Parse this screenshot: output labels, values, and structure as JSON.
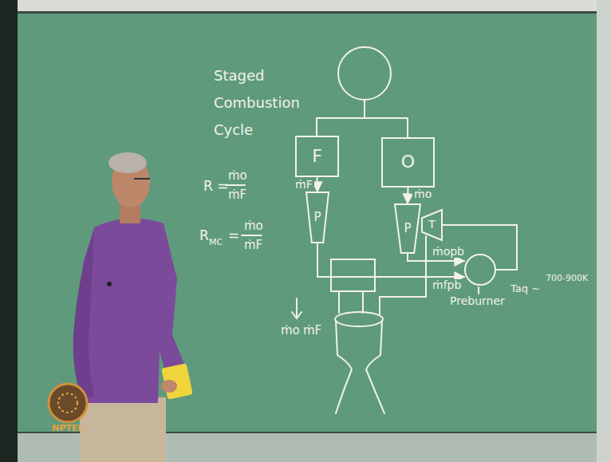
{
  "diagram": {
    "title": "Staged Combustion Cycle",
    "nodes": [
      {
        "text": [
          "F"
        ]
      },
      {
        "text": [
          "O"
        ]
      },
      {
        "text": [
          "P"
        ]
      },
      {
        "text": [
          "P"
        ]
      },
      {
        "text": [
          "T"
        ]
      },
      {
        "text": [
          "Preburner"
        ]
      }
    ],
    "edges": [
      {
        "from": 0,
        "to": 2,
        "arrow": "to",
        "label": "ṁF"
      },
      {
        "from": 1,
        "to": 3,
        "arrow": "to",
        "label": "ṁo"
      },
      {
        "from": 3,
        "to": 5,
        "arrow": "to",
        "label": "ṁopb"
      },
      {
        "from": 2,
        "to": 5,
        "arrow": "to",
        "label": "ṁfpb"
      },
      {
        "from": 5,
        "to": 4,
        "arrow": "none"
      }
    ],
    "labels": [
      "R =",
      "ṁo",
      "ṁF",
      "R",
      "MC",
      "=",
      "ṁo",
      "ṁF",
      "ṁo",
      "ṁF",
      "Taq ~",
      "700-900K",
      "NPTEL"
    ]
  }
}
